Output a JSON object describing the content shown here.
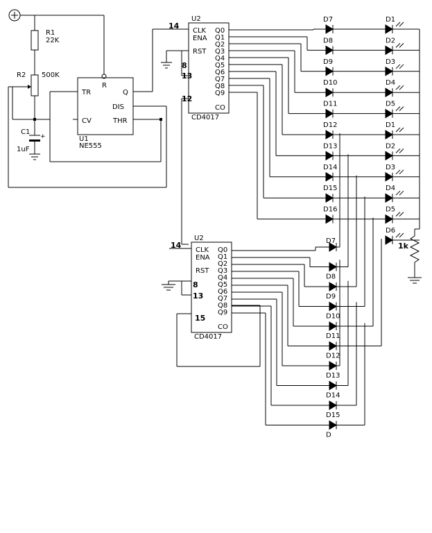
{
  "supply": {
    "symbol": "+"
  },
  "r1": {
    "name": "R1",
    "value": "22K"
  },
  "r2": {
    "name": "R2",
    "value": "500K"
  },
  "c1": {
    "name": "C1",
    "value": "1uF"
  },
  "ne555": {
    "ref": "U1",
    "part": "NE555",
    "pins": {
      "tr": "TR",
      "r": "R",
      "q": "Q",
      "dis": "DIS",
      "cv": "CV",
      "thr": "THR"
    }
  },
  "counter_top": {
    "ref": "U2",
    "part": "CD4017",
    "left_pins": [
      "CLK",
      "ENA",
      "RST"
    ],
    "outputs": [
      "Q0",
      "Q1",
      "Q2",
      "Q3",
      "Q4",
      "Q5",
      "Q6",
      "Q7",
      "Q8",
      "Q9"
    ],
    "co": "CO",
    "pin_numbers": {
      "clk": "14",
      "ena": "8",
      "rst": "13",
      "co": "12"
    }
  },
  "counter_bottom": {
    "ref": "U2",
    "part": "CD4017",
    "left_pins": [
      "CLK",
      "ENA",
      "RST"
    ],
    "outputs": [
      "Q0",
      "Q1",
      "Q2",
      "Q3",
      "Q4",
      "Q5",
      "Q6",
      "Q7",
      "Q8",
      "Q9"
    ],
    "co": "CO",
    "pin_numbers": {
      "clk": "14",
      "ena": "8",
      "rst": "13",
      "reset_loop": "15"
    }
  },
  "leds_mid": [
    "D7",
    "D8",
    "D9",
    "D10",
    "D11",
    "D12",
    "D13",
    "D14",
    "D15",
    "D16"
  ],
  "leds_right": [
    "D1",
    "D2",
    "D3",
    "D4",
    "D5",
    "D1",
    "D2",
    "D3",
    "D4",
    "D5",
    "D6"
  ],
  "leds_bottom": [
    "D7",
    "D8",
    "D9",
    "D10",
    "D11",
    "D12",
    "D13",
    "D14",
    "D15",
    "D"
  ],
  "load_resistor": {
    "value": "1k"
  }
}
